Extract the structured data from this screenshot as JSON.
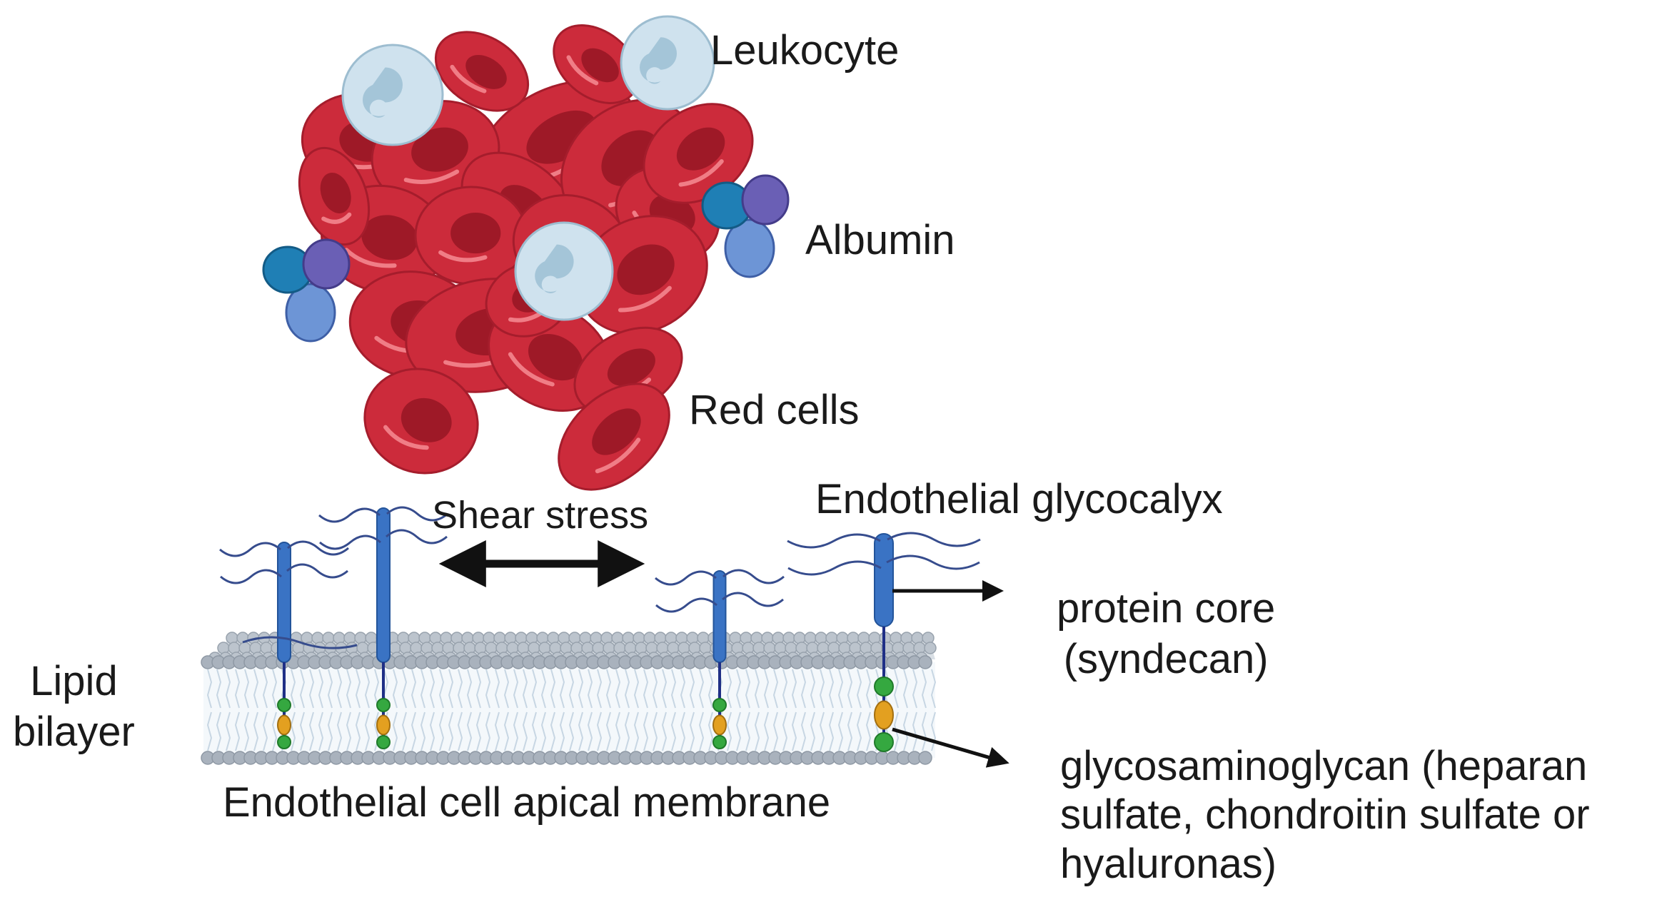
{
  "labels": {
    "leukocyte": "Leukocyte",
    "albumin": "Albumin",
    "red_cells": "Red cells",
    "shear_stress": "Shear stress",
    "endothelial_glycocalyx": "Endothelial glycocalyx",
    "protein_core_line1": "protein core",
    "protein_core_line2": "(syndecan)",
    "lipid_line1": "Lipid",
    "lipid_line2": "bilayer",
    "membrane": "Endothelial cell apical membrane",
    "gag_line1": "glycosaminoglycan (heparan",
    "gag_line2": "sulfate, chondroitin sulfate or",
    "gag_line3": "hyaluronas)"
  },
  "colors": {
    "red_cell": "#cc2b3b",
    "red_cell_dark": "#8f1422",
    "leukocyte": "#cfe2ee",
    "albumin_a": "#1f7fb5",
    "albumin_b": "#6a5fb5",
    "albumin_c": "#6d95d6",
    "syndecan": "#3a73c4",
    "bilayer_head": "#a9b2bd",
    "gag_green": "#35a840",
    "gag_orange": "#e3a020"
  }
}
